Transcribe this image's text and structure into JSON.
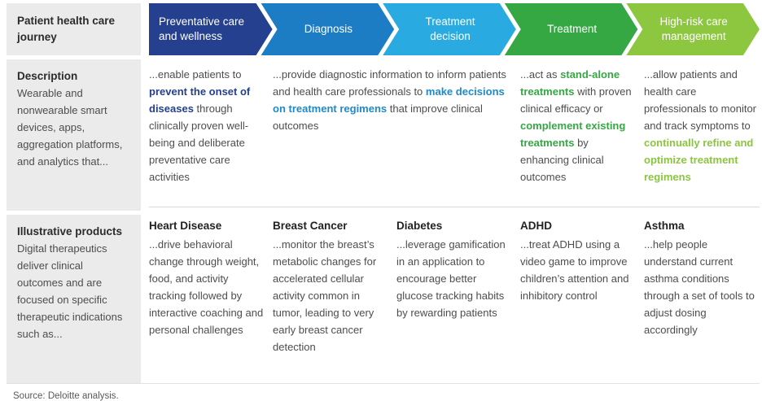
{
  "colors": {
    "stage_navy": "#24408e",
    "stage_blue": "#1d7dc4",
    "stage_cyan": "#29abe2",
    "stage_green": "#35a843",
    "stage_lightgreen": "#8dc63f",
    "emphasis_navy": "#24408e",
    "emphasis_blue": "#2089ca",
    "emphasis_green": "#35a843",
    "emphasis_lightgreen": "#8bc53f",
    "sidebar_bg": "#ebebeb"
  },
  "sidebar": {
    "journey_label": "Patient health care journey",
    "description": {
      "title": "Description",
      "body": "Wearable and nonwearable smart devices, apps, aggregation platforms, and analytics that..."
    },
    "products": {
      "title": "Illustrative products",
      "body": "Digital therapeutics deliver clinical outcomes and are focused on specific therapeutic indications such as..."
    }
  },
  "journey_stages": [
    {
      "label": "Preventative care and wellness",
      "color": "#24408e"
    },
    {
      "label": "Diagnosis",
      "color": "#1d7dc4"
    },
    {
      "label": "Treatment decision",
      "color": "#29abe2"
    },
    {
      "label": "Treatment",
      "color": "#35a843"
    },
    {
      "label": "High-risk care management",
      "color": "#8dc63f"
    }
  ],
  "descriptions": [
    {
      "stage": "preventative-care",
      "segments": [
        {
          "text": "...enable patients to "
        },
        {
          "text": "prevent the onset of diseases",
          "bold": true,
          "color": "#24408e"
        },
        {
          "text": " through clinically proven well-being and deliberate preventative care activities"
        }
      ]
    },
    {
      "stage": "diagnosis-and-treatment-decision",
      "segments": [
        {
          "text": "...provide diagnostic information to inform patients and health care professionals to "
        },
        {
          "text": "make decisions on treatment regimens",
          "bold": true,
          "color": "#2089ca"
        },
        {
          "text": " that improve clinical outcomes"
        }
      ]
    },
    {
      "stage": "treatment",
      "segments": [
        {
          "text": "...act as "
        },
        {
          "text": "stand-alone treatments",
          "bold": true,
          "color": "#35a843"
        },
        {
          "text": " with proven clinical efficacy or "
        },
        {
          "text": "complement existing treatments",
          "bold": true,
          "color": "#35a843"
        },
        {
          "text": " by enhancing clinical outcomes"
        }
      ]
    },
    {
      "stage": "high-risk-care",
      "segments": [
        {
          "text": "...allow patients and health care professionals to monitor and track symptoms to "
        },
        {
          "text": "continually refine and optimize treatment regimens",
          "bold": true,
          "color": "#8bc53f"
        }
      ]
    }
  ],
  "products": [
    {
      "title": "Heart Disease",
      "body": "...drive behavioral change through weight, food, and activity tracking followed by interactive coaching and personal challenges"
    },
    {
      "title": "Breast Cancer",
      "body": "...monitor the breast’s metabolic changes for accelerated cellular activity common in tumor, leading to very early breast cancer detection"
    },
    {
      "title": "Diabetes",
      "body": "...leverage gamification in an application to encourage better glucose tracking habits by rewarding patients"
    },
    {
      "title": "ADHD",
      "body": "...treat ADHD using a video game to improve children’s attention and inhibitory control"
    },
    {
      "title": "Asthma",
      "body": "...help people understand current asthma conditions through a set of tools to adjust dosing accordingly"
    }
  ],
  "source": "Source: Deloitte analysis."
}
